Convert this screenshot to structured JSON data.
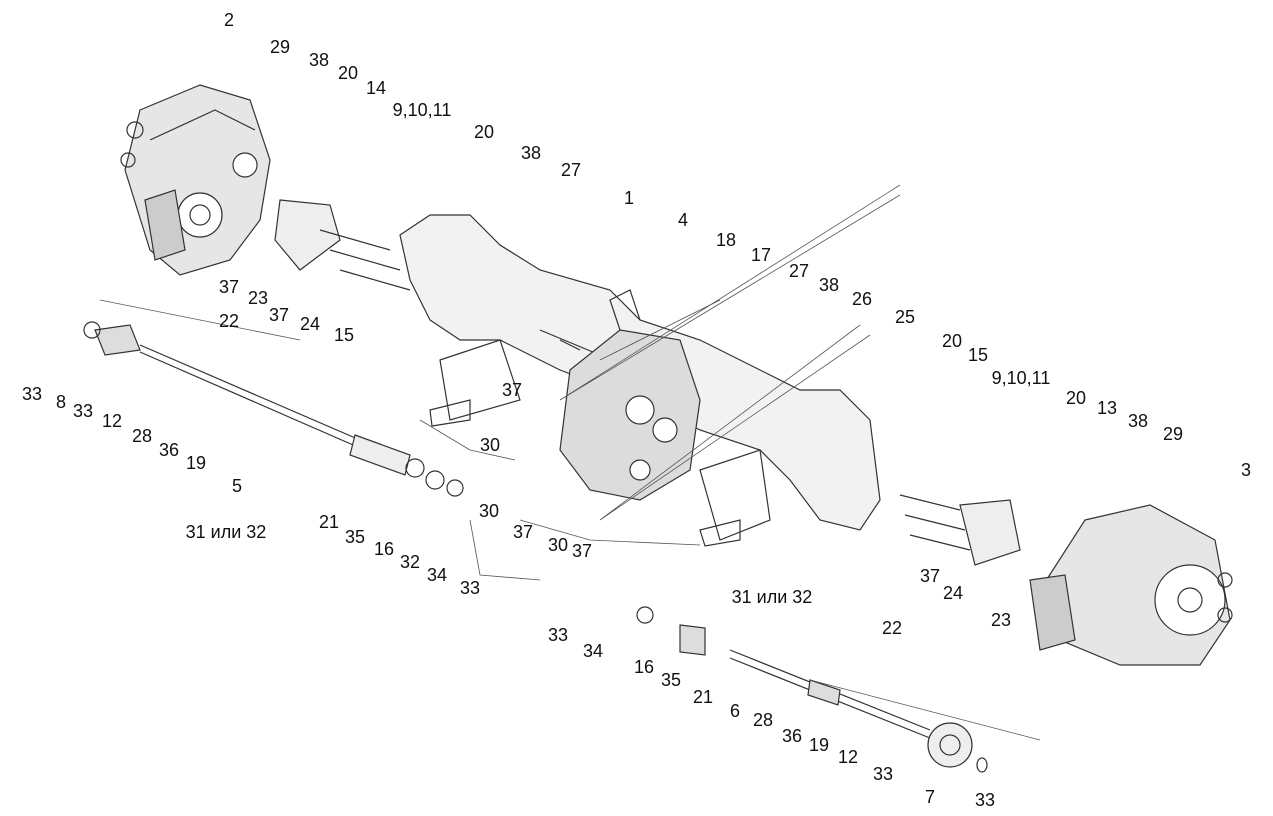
{
  "diagram": {
    "labels": [
      {
        "id": "l2",
        "text": "2"
      },
      {
        "id": "l29a",
        "text": "29"
      },
      {
        "id": "l38a",
        "text": "38"
      },
      {
        "id": "l20a",
        "text": "20"
      },
      {
        "id": "l14",
        "text": "14"
      },
      {
        "id": "l91011a",
        "text": "9,10,11"
      },
      {
        "id": "l20b",
        "text": "20"
      },
      {
        "id": "l38b",
        "text": "38"
      },
      {
        "id": "l27a",
        "text": "27"
      },
      {
        "id": "l1",
        "text": "1"
      },
      {
        "id": "l4",
        "text": "4"
      },
      {
        "id": "l18",
        "text": "18"
      },
      {
        "id": "l17",
        "text": "17"
      },
      {
        "id": "l27b",
        "text": "27"
      },
      {
        "id": "l38c",
        "text": "38"
      },
      {
        "id": "l26",
        "text": "26"
      },
      {
        "id": "l25",
        "text": "25"
      },
      {
        "id": "l20c",
        "text": "20"
      },
      {
        "id": "l15b",
        "text": "15"
      },
      {
        "id": "l91011b",
        "text": "9,10,11"
      },
      {
        "id": "l20d",
        "text": "20"
      },
      {
        "id": "l13",
        "text": "13"
      },
      {
        "id": "l38d",
        "text": "38"
      },
      {
        "id": "l29b",
        "text": "29"
      },
      {
        "id": "l3",
        "text": "3"
      },
      {
        "id": "l37a",
        "text": "37"
      },
      {
        "id": "l23a",
        "text": "23"
      },
      {
        "id": "l37b",
        "text": "37"
      },
      {
        "id": "l24a",
        "text": "24"
      },
      {
        "id": "l15a",
        "text": "15"
      },
      {
        "id": "l22a",
        "text": "22"
      },
      {
        "id": "l33a",
        "text": "33"
      },
      {
        "id": "l8",
        "text": "8"
      },
      {
        "id": "l33b",
        "text": "33"
      },
      {
        "id": "l12a",
        "text": "12"
      },
      {
        "id": "l28a",
        "text": "28"
      },
      {
        "id": "l36a",
        "text": "36"
      },
      {
        "id": "l19a",
        "text": "19"
      },
      {
        "id": "l5",
        "text": "5"
      },
      {
        "id": "l37c",
        "text": "37"
      },
      {
        "id": "l30a",
        "text": "30"
      },
      {
        "id": "l30b",
        "text": "30"
      },
      {
        "id": "l37d",
        "text": "37"
      },
      {
        "id": "l30c",
        "text": "30"
      },
      {
        "id": "l37e",
        "text": "37"
      },
      {
        "id": "l31a",
        "text": "31 или 32"
      },
      {
        "id": "l21a",
        "text": "21"
      },
      {
        "id": "l35a",
        "text": "35"
      },
      {
        "id": "l16a",
        "text": "16"
      },
      {
        "id": "l32",
        "text": "32"
      },
      {
        "id": "l34a",
        "text": "34"
      },
      {
        "id": "l33c",
        "text": "33"
      },
      {
        "id": "l31b",
        "text": "31 или 32"
      },
      {
        "id": "l37f",
        "text": "37"
      },
      {
        "id": "l24b",
        "text": "24"
      },
      {
        "id": "l23b",
        "text": "23"
      },
      {
        "id": "l22b",
        "text": "22"
      },
      {
        "id": "l33d",
        "text": "33"
      },
      {
        "id": "l34b",
        "text": "34"
      },
      {
        "id": "l16b",
        "text": "16"
      },
      {
        "id": "l35b",
        "text": "35"
      },
      {
        "id": "l21b",
        "text": "21"
      },
      {
        "id": "l6",
        "text": "6"
      },
      {
        "id": "l28b",
        "text": "28"
      },
      {
        "id": "l36b",
        "text": "36"
      },
      {
        "id": "l19b",
        "text": "19"
      },
      {
        "id": "l12b",
        "text": "12"
      },
      {
        "id": "l33e",
        "text": "33"
      },
      {
        "id": "l7",
        "text": "7"
      },
      {
        "id": "l33f",
        "text": "33"
      }
    ]
  }
}
